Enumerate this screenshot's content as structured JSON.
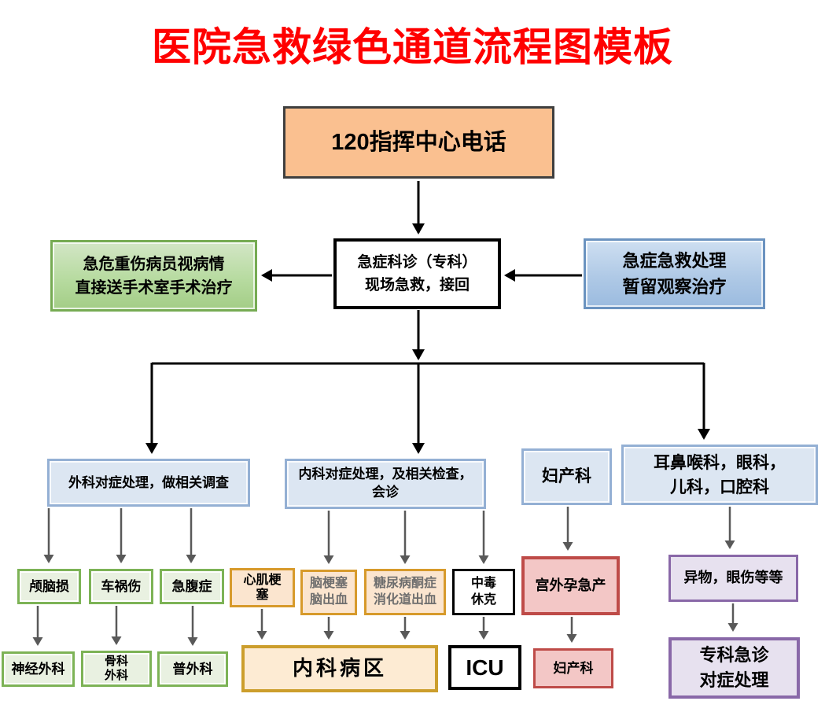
{
  "title": "医院急救绿色通道流程图模板",
  "colors": {
    "title_red": "#FF0000",
    "dispatch_fill": "#FAC090",
    "green_fill": "#B7DBA0",
    "green_border": "#76AB53",
    "blue_fill": "#AFC9E6",
    "blue_border": "#6B93C0",
    "branch_fill": "#DCE6F2",
    "branch_border": "#94B0D4",
    "small_green_fill": "#E9F1E1",
    "small_green_border": "#7DB356",
    "orange_fill": "#FBE5CF",
    "orange_border": "#D79A2B",
    "pink_fill": "#F3C7C6",
    "pink_border": "#BE4B48",
    "purple_fill": "#E7E1EF",
    "purple_border": "#8968A8",
    "ward_fill": "#FDEBD3",
    "ward_border": "#CC9E2C",
    "arrow_black": "#000000",
    "arrow_gray": "#595959",
    "muted_text": "#6E6E6E"
  },
  "nodes": {
    "dispatch": {
      "prefix": "120",
      "label": "指挥中心电话"
    },
    "triage": {
      "lines": [
        "急症科诊（专科）",
        "现场急救，接回"
      ]
    },
    "direct_surgery": {
      "lines": [
        "急危重伤病员视病情",
        "直接送手术室手术治疗"
      ]
    },
    "emergency_observe": {
      "lines": [
        "急症急救处理",
        "暂留观察治疗"
      ]
    },
    "surgery_branch": {
      "label": "外科对症处理，做相关调查"
    },
    "medicine_branch": {
      "lines": [
        "内科对症处理，及相关检查，",
        "会诊"
      ]
    },
    "obgyn_branch": {
      "label": "妇产科"
    },
    "ent_branch": {
      "lines": [
        "耳鼻喉科，眼科，",
        "儿科，口腔科"
      ]
    },
    "brain_injury": {
      "label": "颅脑损"
    },
    "car_accident": {
      "label": "车祸伤"
    },
    "acute_abdomen": {
      "label": "急腹症"
    },
    "myocardial": {
      "lines": [
        "心肌梗",
        "塞"
      ]
    },
    "stroke": {
      "lines": [
        "脑梗塞",
        "脑出血"
      ]
    },
    "diabetes": {
      "lines": [
        "糖尿病酮症",
        "消化道出血"
      ]
    },
    "poisoning": {
      "lines": [
        "中毒",
        "休克"
      ]
    },
    "ectopic": {
      "label": "宫外孕急产"
    },
    "foreign_body": {
      "label": "异物，眼伤等等"
    },
    "neurosurgery": {
      "label": "神经外科"
    },
    "orthopedics": {
      "lines": [
        "骨科",
        "外科"
      ]
    },
    "general_surgery": {
      "label": "普外科"
    },
    "medicine_ward": {
      "label": "内科病区"
    },
    "icu": {
      "label": "ICU"
    },
    "obgyn_dept": {
      "label": "妇产科"
    },
    "specialist_er": {
      "lines": [
        "专科急诊",
        "对症处理"
      ]
    }
  }
}
